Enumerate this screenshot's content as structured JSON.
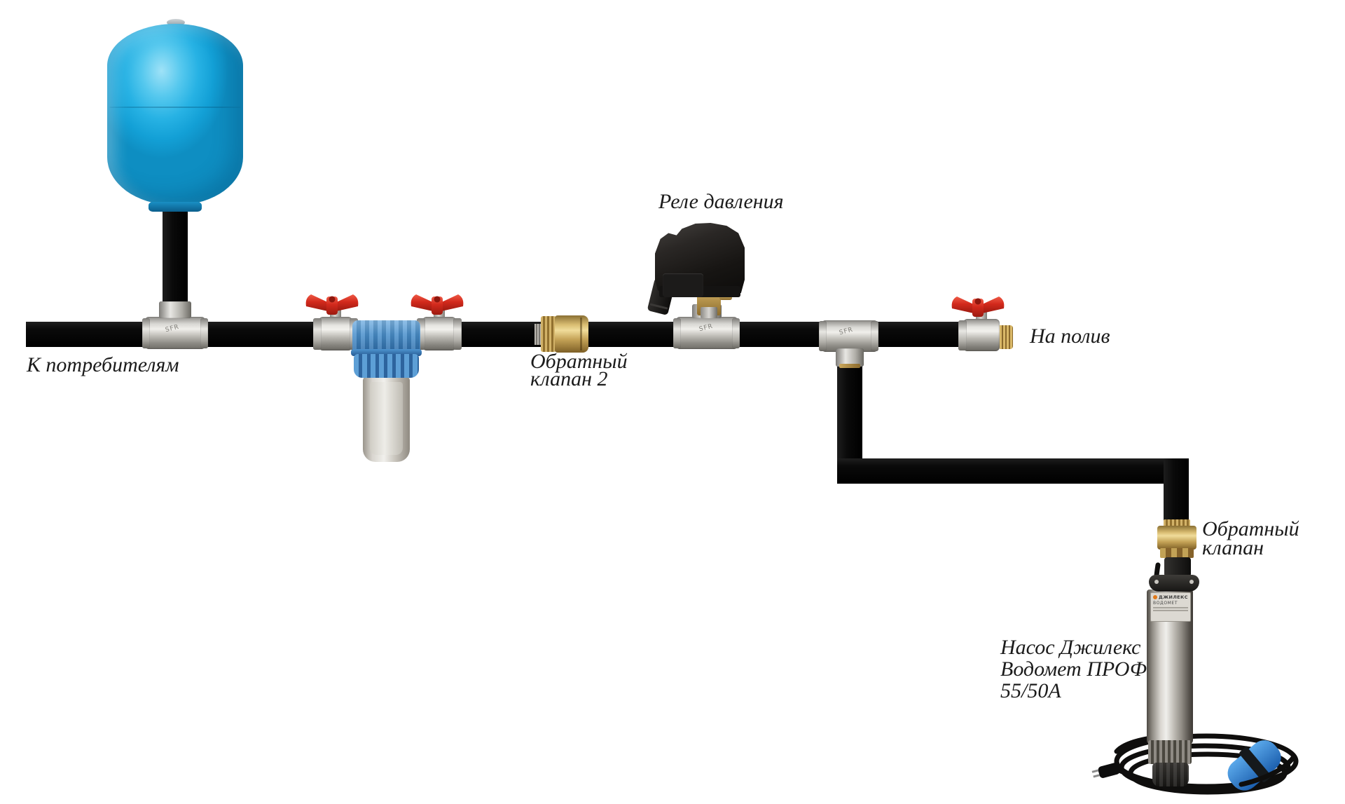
{
  "labels": {
    "to_consumers": "К потребителям",
    "pressure_relay": "Реле давления",
    "check_valve_2": [
      "Обратный",
      "клапан 2"
    ],
    "to_irrigation": "На полив",
    "check_valve_well": [
      "Обратный",
      "клапан"
    ],
    "pump": [
      "Насос Джилекс",
      "Водомет ПРОФ",
      "55/50А"
    ]
  },
  "markings": {
    "fitting_stamp": "SFR",
    "pump_sticker_brand": "ДЖИЛЕКС",
    "pump_sticker_model": "ВОДОМЕТ"
  },
  "colors": {
    "background": "#ffffff",
    "pipe_black": "#0b0b0b",
    "tank_blue": "#27b2e4",
    "valve_handle_red": "#d2291c",
    "brass": "#c4a256",
    "chrome": "#d9d8d4",
    "filter_blue": "#3f86c8",
    "float_switch_blue": "#2f7fd6",
    "relay_black": "#1c1a19",
    "label_text": "#1b1b1b"
  }
}
